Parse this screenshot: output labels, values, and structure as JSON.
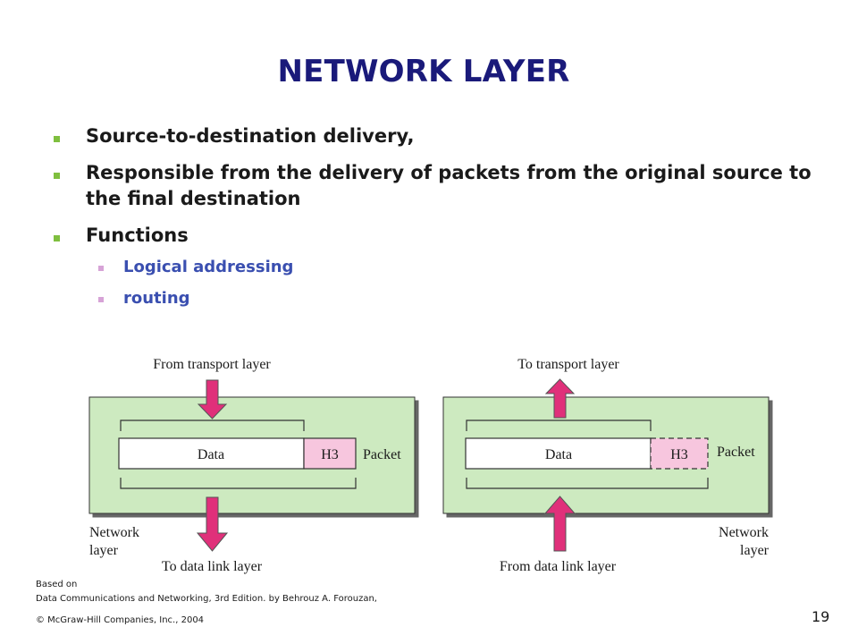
{
  "slide": {
    "title": "NETWORK LAYER",
    "bullets": [
      "Source-to-destination delivery,",
      "Responsible from the delivery of packets from the original source to the final destination",
      "Functions"
    ],
    "sub_bullets": [
      "Logical addressing",
      "routing"
    ]
  },
  "diagram_left": {
    "top_label": "From transport layer",
    "bottom_label": "To data link layer",
    "data_label": "Data",
    "header_label": "H3",
    "packet_label": "Packet",
    "layer_label_line1": "Network",
    "layer_label_line2": "layer"
  },
  "diagram_right": {
    "top_label": "To transport layer",
    "bottom_label": "From data link layer",
    "data_label": "Data",
    "header_label": "H3",
    "packet_label": "Packet",
    "layer_label_line1": "Network",
    "layer_label_line2": "layer"
  },
  "colors": {
    "layer_fill": "#cdeac0",
    "arrow": "#e0307a",
    "header_fill": "#f7c6de"
  },
  "footer": {
    "line1": "Based on",
    "line2": "Data Communications  and Networking, 3rd Edition.  by Behrouz A. Forouzan,",
    "line3": "© McGraw-Hill Companies, Inc., 2004"
  },
  "page_number": "19"
}
